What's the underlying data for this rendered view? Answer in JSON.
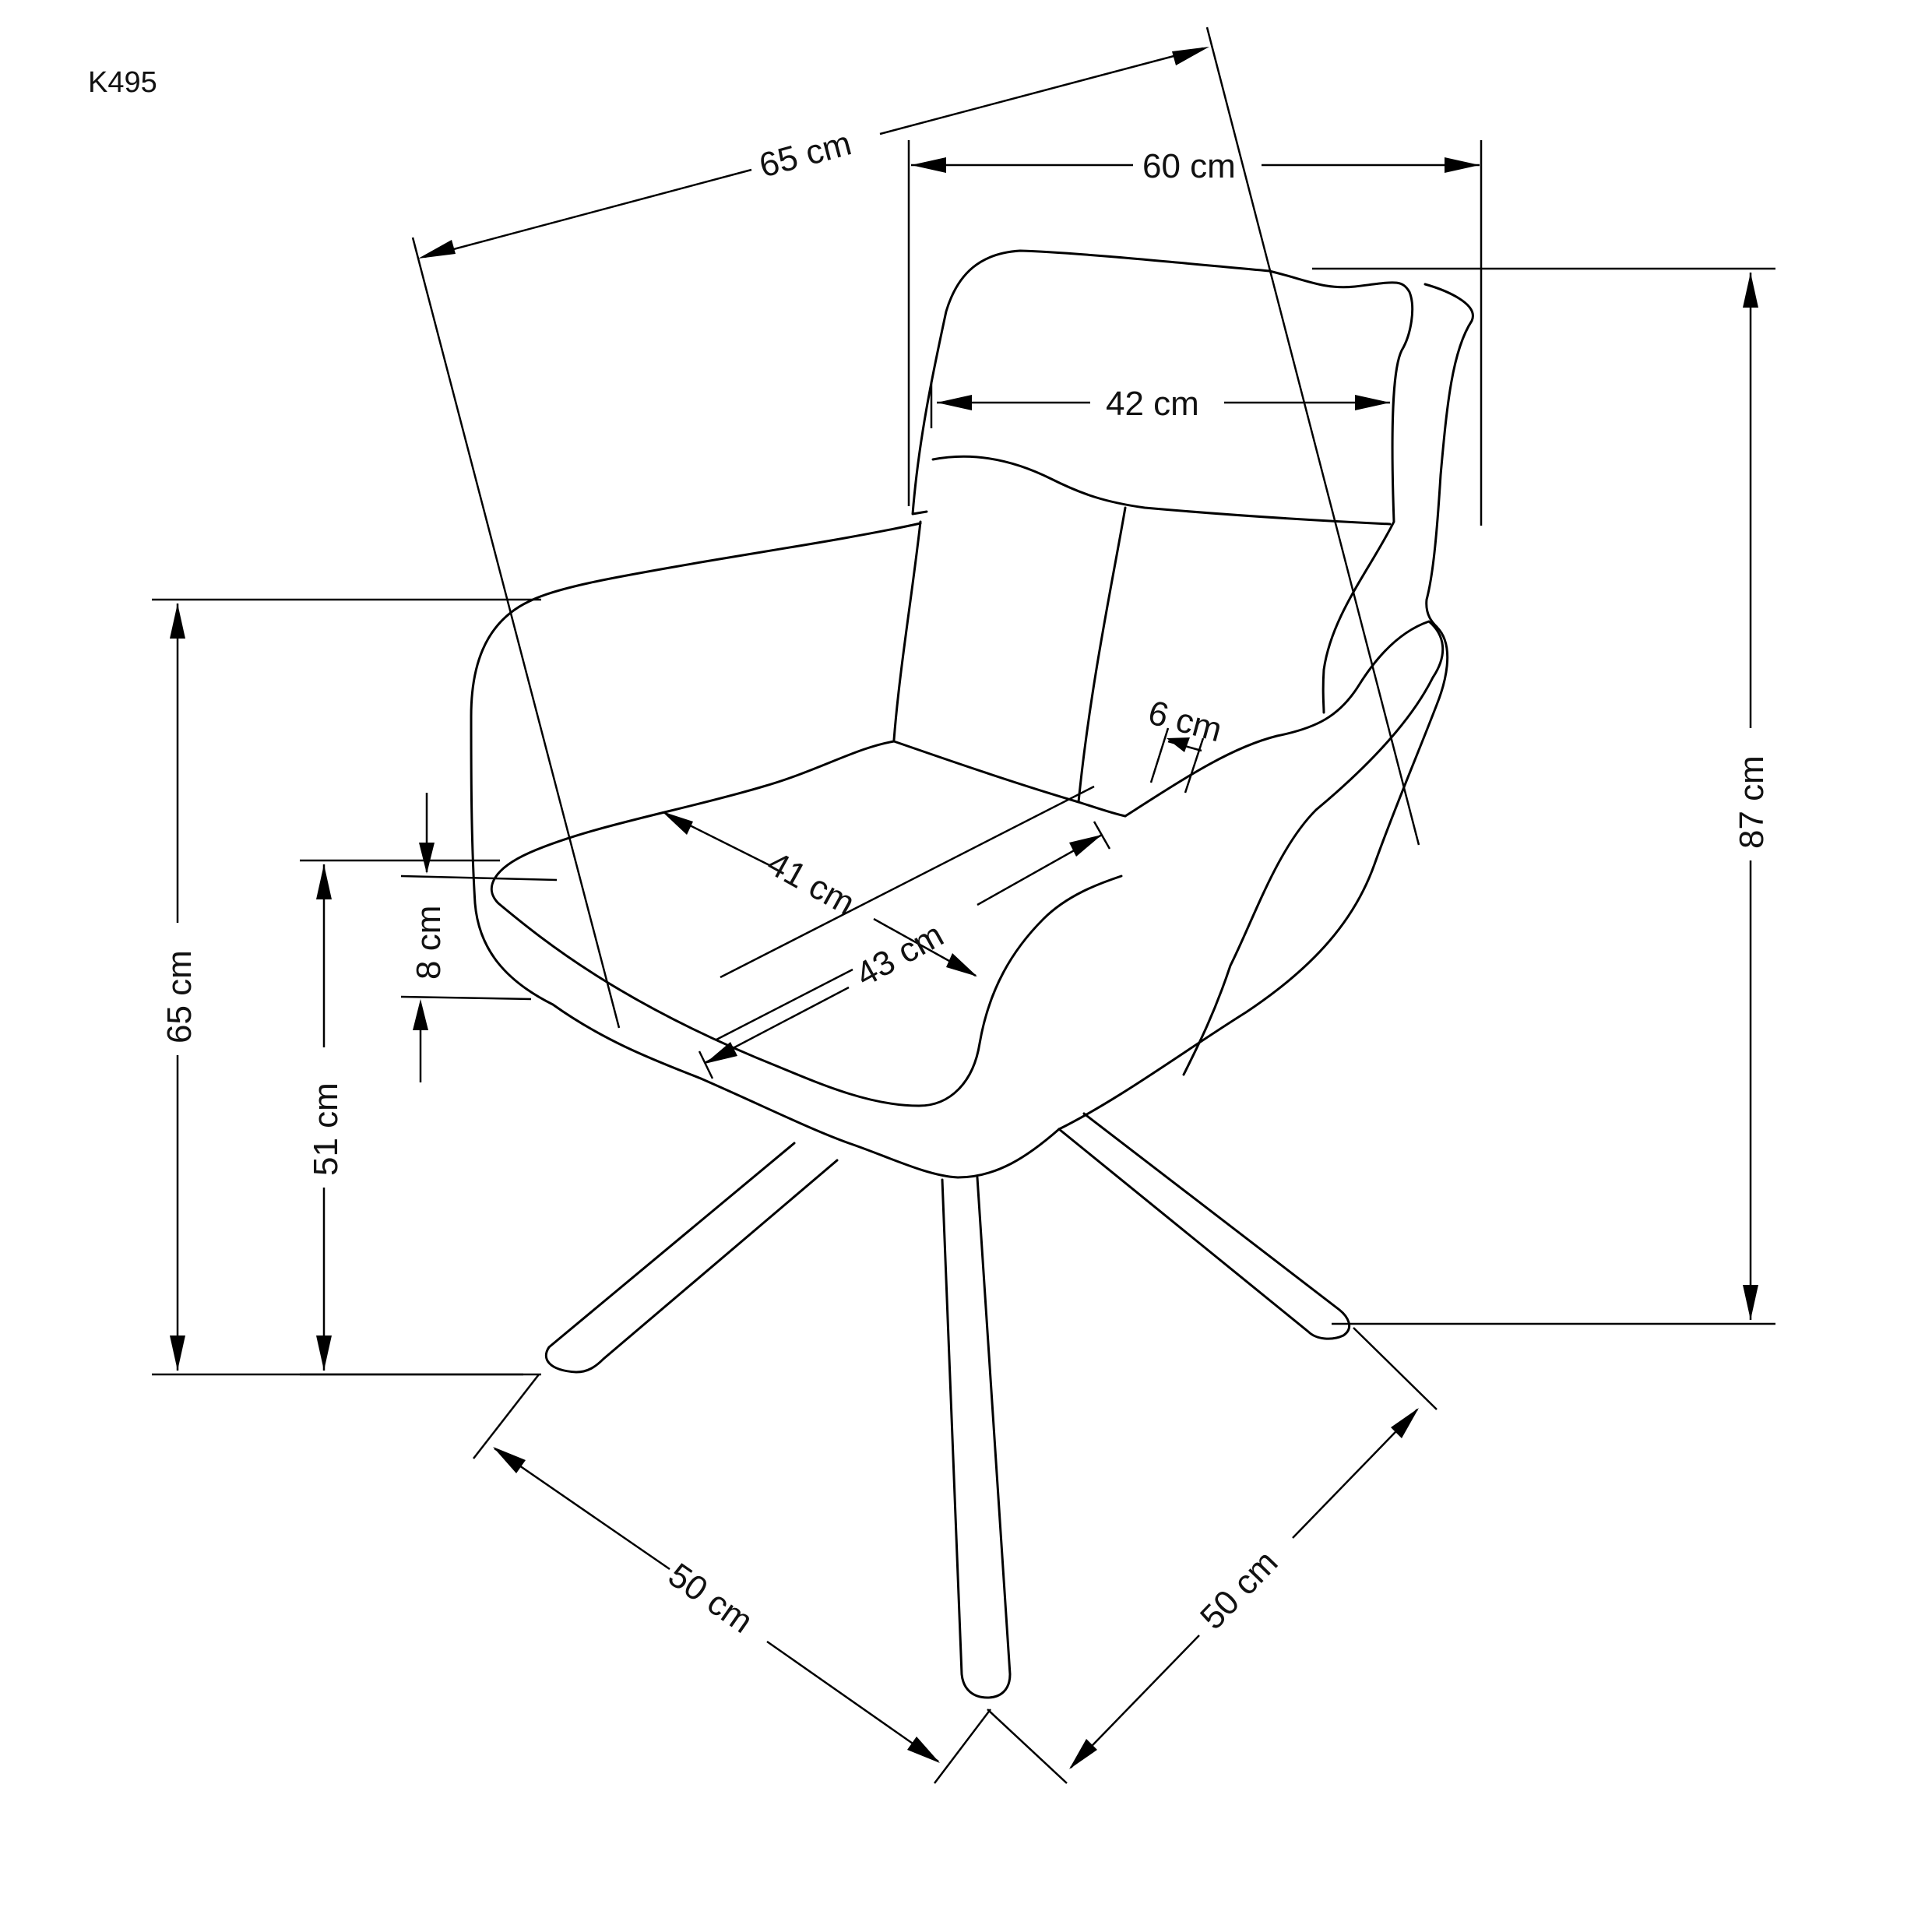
{
  "product_code": "K495",
  "dimensions": {
    "overall_depth": "65 cm",
    "overall_width": "60 cm",
    "backrest_width": "42 cm",
    "overall_height": "87 cm",
    "armrest_height": "65 cm",
    "seat_height": "51 cm",
    "seat_thickness": "8 cm",
    "armrest_width": "6 cm",
    "seat_depth": "41 cm",
    "seat_width": "43 cm",
    "base_width_left": "50 cm",
    "base_width_right": "50 cm"
  },
  "colors": {
    "line": "#000000",
    "background": "#ffffff"
  }
}
